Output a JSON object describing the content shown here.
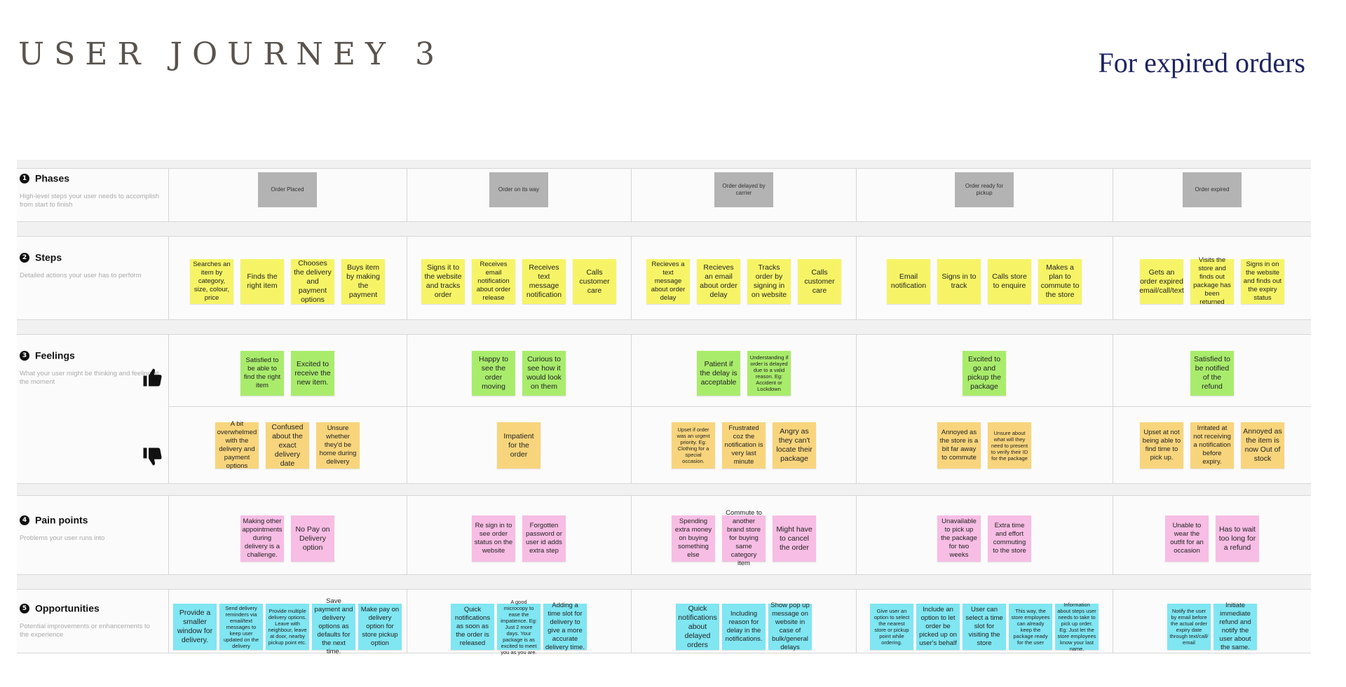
{
  "header": {
    "title": "USER JOURNEY 3",
    "subtitle": "For expired orders"
  },
  "rows": [
    {
      "num": "1",
      "label": "Phases",
      "desc": "High-level steps your user needs to accomplish from start to finish"
    },
    {
      "num": "2",
      "label": "Steps",
      "desc": "Detailed actions your user has to perform"
    },
    {
      "num": "3",
      "label": "Feelings",
      "desc": "What your user might be thinking and feeling at the moment"
    },
    {
      "num": "4",
      "label": "Pain points",
      "desc": "Problems your user runs into"
    },
    {
      "num": "5",
      "label": "Opportunities",
      "desc": "Potential improvements or enhancements to the experience"
    }
  ],
  "icons": {
    "positive": "thumbs-up-icon",
    "negative": "thumbs-down-icon"
  },
  "colors": {
    "steps": "#f6f466",
    "positive_feelings": "#a9ec6c",
    "negative_feelings": "#f8d57c",
    "pain_points": "#f7bde4",
    "opportunities": "#7fe6f2",
    "phase": "#b3b3b3"
  },
  "phases": [
    "Order Placed",
    "Order on its way",
    "Order delayed by carrier",
    "Order ready for pickup",
    "Order expired"
  ],
  "steps": [
    [
      "Searches an item by category, size, colour, price",
      "Finds the right item",
      "Chooses the delivery and payment options",
      "Buys item by making the payment"
    ],
    [
      "Signs it to the website and tracks order",
      "Receives email notification about order release",
      "Receives text message notification",
      "Calls customer care"
    ],
    [
      "Recieves a text message about order delay",
      "Recieves an email about order delay",
      "Tracks order by signing in on website",
      "Calls customer care"
    ],
    [
      "Email notification",
      "Signs in to track",
      "Calls store to enquire",
      "Makes a plan to commute to the store"
    ],
    [
      "Gets an order expired email/call/text",
      "Visits the store and finds out package has been returned",
      "Signs in on the website and finds out the expiry status"
    ]
  ],
  "feelings_positive": [
    [
      "Satisfied to be able to find the right item",
      "Excited to receive the new item."
    ],
    [
      "Happy to see the order moving",
      "Curious to see how it would look on them"
    ],
    [
      "Patient if the delay is acceptable",
      "Understanding if order is delayed due to a valid reason. Eg: Accident or Lockdown"
    ],
    [
      "Excited to go and pickup the package"
    ],
    [
      "Satisfied to be notified of the refund"
    ]
  ],
  "feelings_negative": [
    [
      "A bit overwhelmed with the delivery and payment options",
      "Confused about the exact delivery date",
      "Unsure whether they'd be home during delivery"
    ],
    [
      "Impatient for the order"
    ],
    [
      "Upset if order was an urgent priority. Eg: Clothing for a special occasion.",
      "Frustrated coz the notification is very last minute",
      "Angry as they can't locate their package"
    ],
    [
      "Annoyed as the store is a bit far away to commute",
      "Unsure about what will they need to present to verify their ID for the package"
    ],
    [
      "Upset at not being able to find time to pick up.",
      "Irritated at not receiving a notification before expiry.",
      "Annoyed as the item is now Out of stock"
    ]
  ],
  "pain_points": [
    [
      "Making other appointments during delivery is a challenge.",
      "No Pay on Delivery option"
    ],
    [
      "Re sign in to see order status on the website",
      "Forgotten password or user id adds extra step"
    ],
    [
      "Spending extra money on buying something else",
      "Commute to another brand store for buying same category item",
      "Might have to cancel the order"
    ],
    [
      "Unavailable to pick up the package for two weeks",
      "Extra time and effort commuting to the store"
    ],
    [
      "Unable to wear the outfit for an occasion",
      "Has to wait too long for a refund"
    ]
  ],
  "opportunities": [
    [
      "Provide a smaller window for delivery.",
      "Send delivery reminders via email/text messages to keep user updated on the delivery",
      "Provide multiple delivery options. Leave with neighbour, leave at door, nearby pickup point etc.",
      "Save payment and delivery options as defaults for the next time.",
      "Make pay on delivery option for store pickup option"
    ],
    [
      "Quick notifications as soon as the order is released",
      "A good microcopy to ease the impatience. Eg: Just 2 more days. Your package is as excited to meet you as you are.",
      "Adding a time slot for delivery to give a more accurate delivery time."
    ],
    [
      "Quick notifications about delayed orders",
      "Including reason for delay in the notifications.",
      "Show pop up message on website in case of bulk/general delays"
    ],
    [
      "Give user an option to select the nearest store or pickup point while ordering.",
      "Include an option to let order be picked up on user's behalf",
      "User can select a time slot for visiting the store",
      "This way, the store employees can already keep the package ready for the user",
      "Information about steps user needs to take to pick up order. Eg: Just let the store employees know your last name."
    ],
    [
      "Notify the user by email before the actual order expiry date through text/call/ email",
      "Initiate immediate refund and notify the user about the same."
    ]
  ]
}
